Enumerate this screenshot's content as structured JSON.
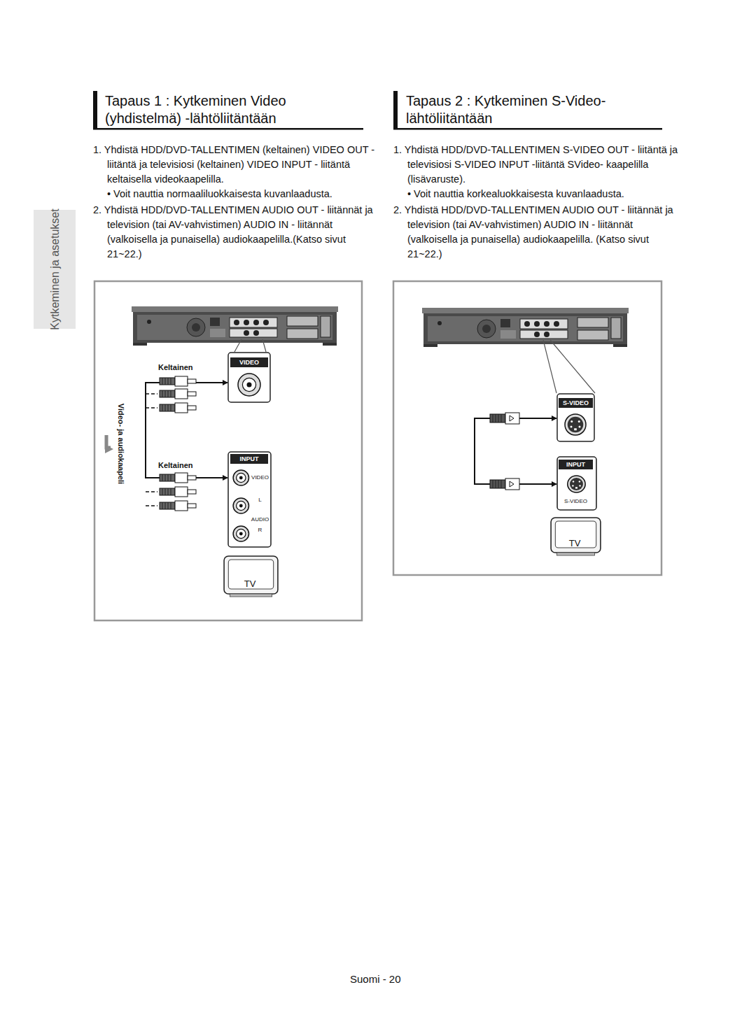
{
  "diagram": {
    "nodes": [
      {
        "text": [
          "VIDEO"
        ]
      },
      {
        "text": [
          "INPUT",
          "VIDEO",
          "L",
          "AUDIO",
          "R"
        ]
      },
      {
        "text": [
          "TV"
        ]
      },
      {
        "text": [
          "S-VIDEO"
        ]
      },
      {
        "text": [
          "INPUT",
          "S-VIDEO"
        ]
      },
      {
        "text": [
          "TV"
        ]
      }
    ],
    "edges": [
      {
        "from": 0,
        "to": 1,
        "arrow": "both"
      },
      {
        "from": 3,
        "to": 4,
        "arrow": "both"
      }
    ],
    "labels": [
      "Tapaus 1 : Kytkeminen Video (yhdistelmä) -lähtöliitäntään",
      "1. Yhdistä HDD/DVD-TALLENTIMEN (keltainen) VIDEO OUT -liitäntä ja televisiosi (keltainen) VIDEO INPUT - liitäntä keltaisella videokaapelilla.",
      "• Voit nauttia normaaliluokkaisesta kuvanlaadusta.",
      "2. Yhdistä HDD/DVD-TALLENTIMEN AUDIO OUT - liitännät ja television (tai AV-vahvistimen) AUDIO IN - liitännät (valkoisella ja punaisella) audiokaapelilla.(Katso sivut 21~22.)",
      "Tapaus 2 : Kytkeminen S-Video- lähtöliitäntään",
      "1. Yhdistä HDD/DVD-TALLENTIMEN S-VIDEO OUT - liitäntä ja televisiosi S-VIDEO INPUT -liitäntä SVideo- kaapelilla (lisävaruste).",
      "• Voit nauttia korkealuokkaisesta kuvanlaadusta.",
      "2. Yhdistä HDD/DVD-TALLENTIMEN AUDIO OUT - liitännät ja television (tai AV-vahvistimen) AUDIO IN - liitännät (valkoisella ja punaisella) audiokaapelilla. (Katso sivut 21~22.)",
      "Kytkeminen ja asetukset",
      "Keltainen",
      "Video- ja audiokaapeli",
      "Keltainen",
      "Suomi - 20"
    ]
  }
}
